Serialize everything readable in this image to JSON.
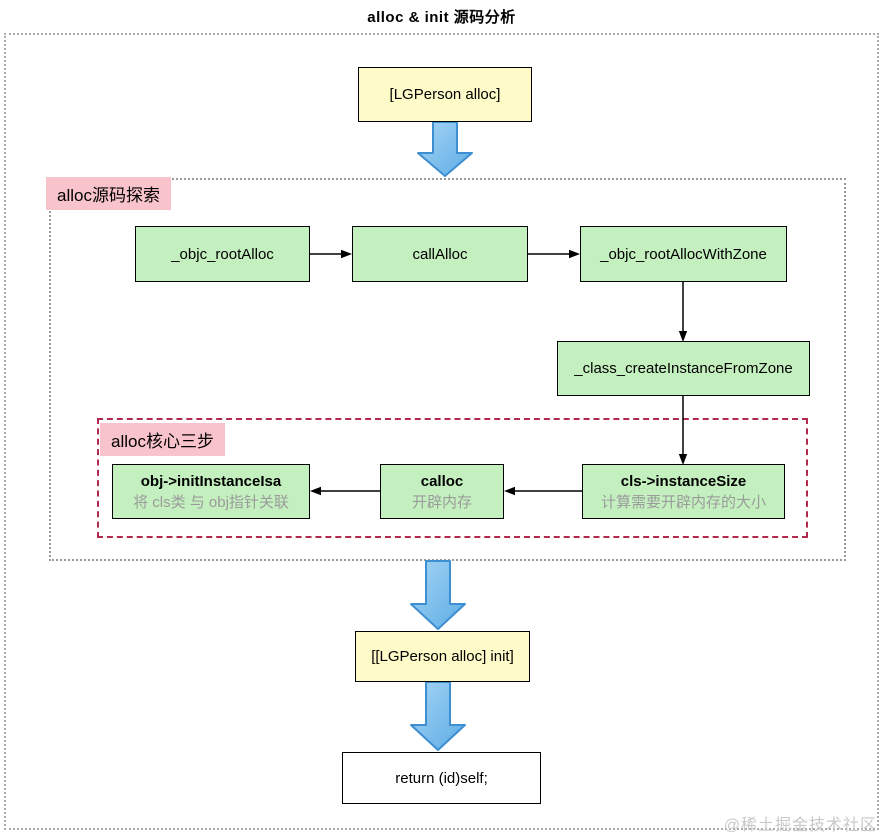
{
  "title": "alloc & init 源码分析",
  "watermark": "@稀土掘金技术社区",
  "sections": {
    "explore_label": "alloc源码探索",
    "core_steps_label": "alloc核心三步"
  },
  "nodes": {
    "lgperson_alloc": "[LGPerson alloc]",
    "objc_root_alloc": "_objc_rootAlloc",
    "call_alloc": "callAlloc",
    "objc_root_alloc_with_zone": "_objc_rootAllocWithZone",
    "class_create_instance_from_zone": "_class_createInstanceFromZone",
    "instance_size": {
      "title": "cls->instanceSize",
      "subtitle": "计算需要开辟内存的大小"
    },
    "calloc": {
      "title": "calloc",
      "subtitle": "开辟内存"
    },
    "init_instance_isa": {
      "title": "obj->initInstanceIsa",
      "subtitle": "将 cls类 与 obj指针关联"
    },
    "lgperson_alloc_init": "[[LGPerson alloc] init]",
    "return_self": "return (id)self;"
  },
  "colors": {
    "yellow_box": "#FFFBC8",
    "green_box": "#C4F0BF",
    "pink_label": "#F8C3CA",
    "crimson_border": "#B12A4C",
    "blue_arrow_fill": "#7ABEED",
    "blue_arrow_stroke": "#3E8ED2",
    "sub_text": "#9B9B9B",
    "watermark": "#C9C9C9"
  }
}
